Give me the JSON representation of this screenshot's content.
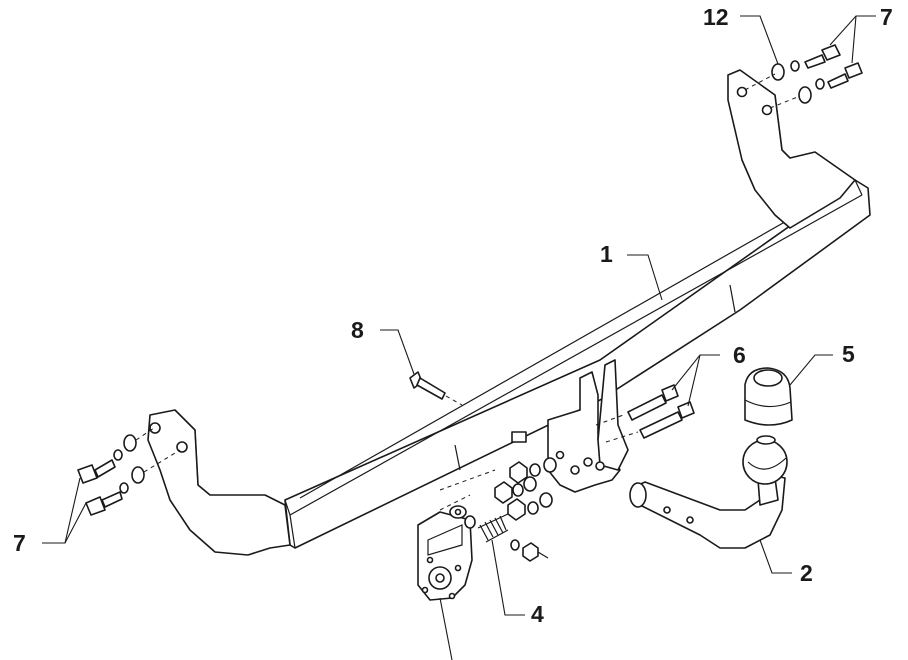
{
  "callouts": [
    {
      "id": "12",
      "label": "12"
    },
    {
      "id": "7a",
      "label": "7"
    },
    {
      "id": "1",
      "label": "1"
    },
    {
      "id": "8",
      "label": "8"
    },
    {
      "id": "6",
      "label": "6"
    },
    {
      "id": "5",
      "label": "5"
    },
    {
      "id": "7b",
      "label": "7"
    },
    {
      "id": "2",
      "label": "2"
    },
    {
      "id": "4",
      "label": "4"
    }
  ]
}
